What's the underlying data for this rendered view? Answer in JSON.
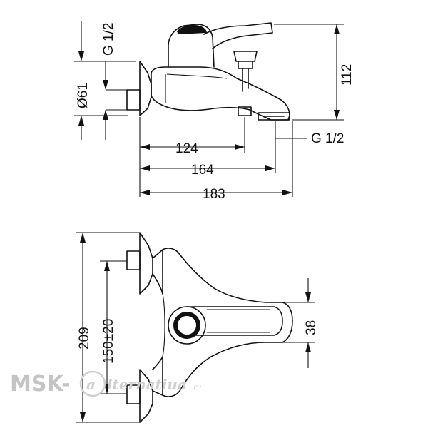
{
  "side_view": {
    "dim_thread_top": "G 1/2",
    "dim_diameter": "Ø61",
    "dim_height": "112",
    "dim_thread_spout": "G 1/2",
    "dim_124": "124",
    "dim_164": "164",
    "dim_183": "183"
  },
  "top_view": {
    "dim_overall": "209",
    "dim_centres": "150±20",
    "dim_handle": "38"
  },
  "watermark": {
    "prefix": "MSK-",
    "script": "lternatiua",
    "suffix": ".ru"
  }
}
